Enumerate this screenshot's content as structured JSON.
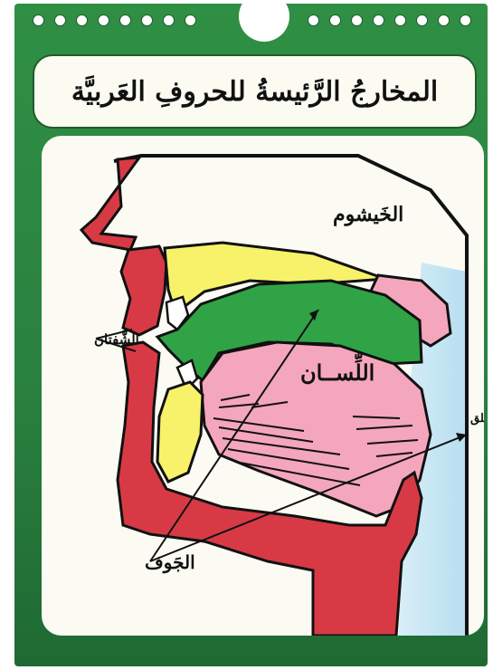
{
  "title": "المخارجُ الرَّئيسةُ للحروفِ العَربيَّة",
  "labels": {
    "khaishoom": "الخَيشوم",
    "shafatan": "الشَّفتان",
    "lisan": "اللِّســان",
    "halq": "الحَلق",
    "jawf": "الجَوف"
  },
  "colors": {
    "frame_green": "#2b8a41",
    "tongue_green": "#2fa346",
    "lip_red": "#d83a45",
    "palate_yellow": "#f7f26a",
    "tongue_pink": "#f4a6bd",
    "throat_blue": "#bfe2f2"
  }
}
